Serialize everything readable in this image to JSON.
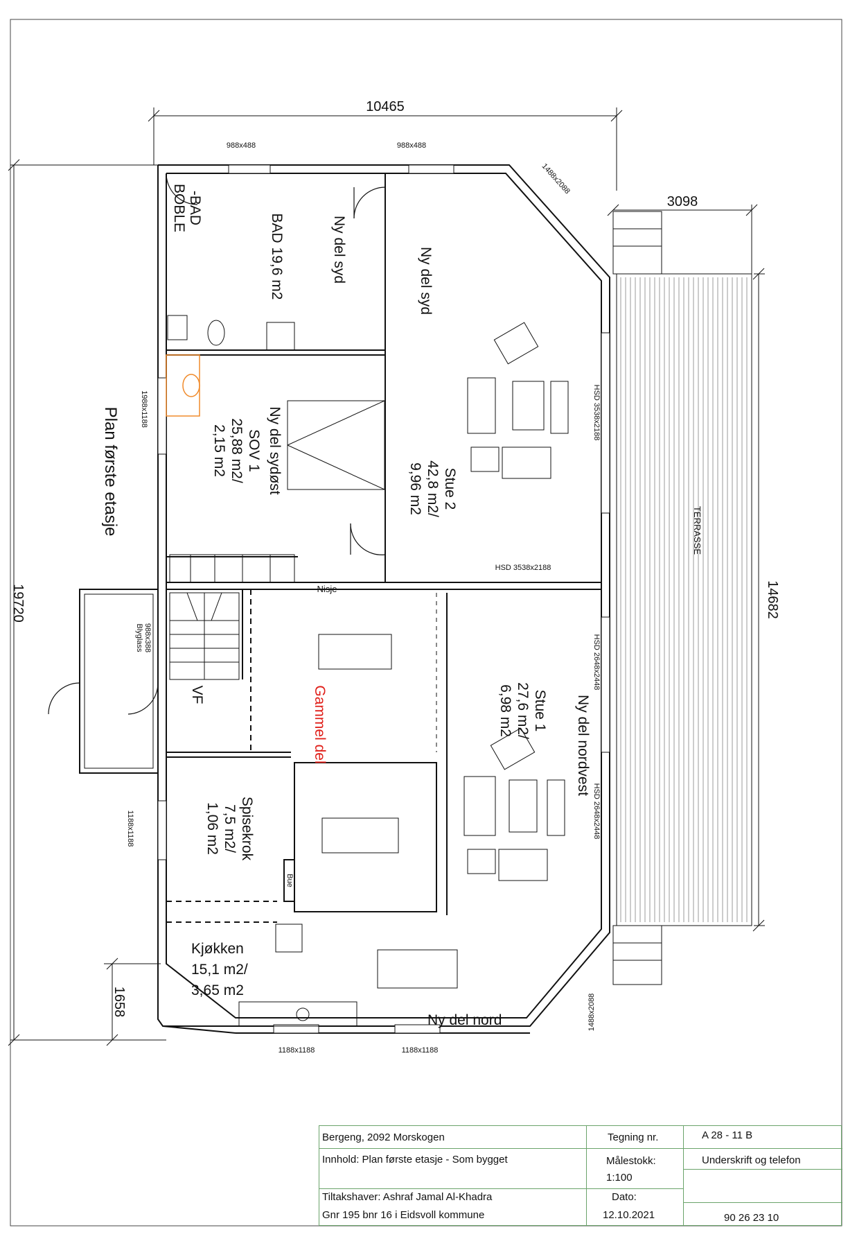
{
  "dimensions": {
    "total_width": "10465",
    "total_height": "19720",
    "terrace_width": "3098",
    "terrace_length": "14682",
    "kitchen_offset": "1658"
  },
  "windows": {
    "top_left": "988x488",
    "top_mid": "988x488",
    "corner_ne": "1488x2088",
    "west_sov": "1988x1188",
    "west_vf": "988x388",
    "west_vf_note": "Blyglass",
    "west_spise": "1188x1188",
    "bottom_left": "1188x1188",
    "bottom_mid": "1188x1188",
    "corner_se": "1488x2088",
    "hsd_stue2_side": "HSD 3538x2188",
    "hsd_stue2_bottom": "HSD 3538x2188",
    "hsd_stue1_a": "HSD 2648x2448",
    "hsd_stue1_b": "HSD 2648x2448"
  },
  "rooms": {
    "boblebad_1": "BOBLE",
    "boblebad_2": "-BAD",
    "bad_1": "Ny del syd",
    "bad_2": "BAD 19,6 m2",
    "stue2_wing": "Ny del syd",
    "stue2_1": "Stue 2",
    "stue2_2": "42,8 m2/",
    "stue2_3": "9,96 m2",
    "sov_1": "Ny del sydøst",
    "sov_2": "SOV 1",
    "sov_3": "25,88 m2/",
    "sov_4": "2,15 m2",
    "nisje": "Nisje",
    "vf": "VF",
    "gammel": "Gammel del",
    "stue1_wing": "Ny del nordvest",
    "stue1_1": "Stue 1",
    "stue1_2": "27,6 m2/",
    "stue1_3": "6,98 m2",
    "spise_1": "Spisekrok",
    "spise_2": "7,5 m2/",
    "spise_3": "1,06 m2",
    "bue": "Bue",
    "kjokken_1": "Kjøkken",
    "kjokken_2": "15,1 m2/",
    "kjokken_3": "3,65 m2",
    "nord": "Ny del nord",
    "terrasse": "TERRASSE"
  },
  "plan_title": "Plan første etasje",
  "title_block": {
    "address": "Bergeng, 2092 Morskogen",
    "drawing_no_label": "Tegning nr.",
    "drawing_no": "A 28 - 11 B",
    "content": "Innhold: Plan første etasje - Som bygget",
    "scale_label": "Målestokk:",
    "scale": "1:100",
    "signature_label": "Underskrift og telefon",
    "owner": "Tiltakshaver: Ashraf Jamal Al-Khadra",
    "property": "Gnr 195 bnr 16 i Eidsvoll kommune",
    "date_label": "Dato:",
    "date": "12.10.2021",
    "phone": "90 26 23 10"
  },
  "colors": {
    "title_block_border": "#6aa36a",
    "annotation_red": "#e0201a",
    "bathtub_orange": "#f08a2a"
  }
}
